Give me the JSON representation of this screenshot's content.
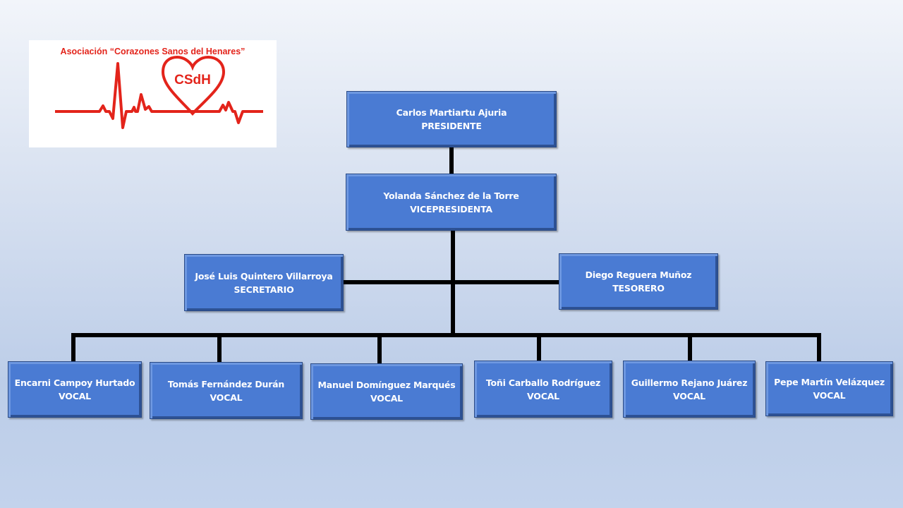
{
  "logo": {
    "title": "Asociación “Corazones Sanos del Henares”",
    "acronym": "CSdH",
    "color": "#e3241b"
  },
  "president": {
    "name": "Carlos Martiartu Ajuria",
    "role": "PRESIDENTE"
  },
  "vicepresident": {
    "name": "Yolanda Sánchez de la Torre",
    "role": "VICEPRESIDENTA"
  },
  "secretary": {
    "name": "José Luis Quintero Villarroya",
    "role": "SECRETARIO"
  },
  "treasurer": {
    "name": "Diego Reguera Muñoz",
    "role": "TESORERO"
  },
  "vocals": [
    {
      "name": "Encarni Campoy Hurtado",
      "role": "VOCAL"
    },
    {
      "name": "Tomás Fernández Durán",
      "role": "VOCAL"
    },
    {
      "name": "Manuel Domínguez Marqués",
      "role": "VOCAL"
    },
    {
      "name": "Toñi Carballo Rodríguez",
      "role": "VOCAL"
    },
    {
      "name": "Guillermo Rejano Juárez",
      "role": "VOCAL"
    },
    {
      "name": "Pepe Martín Velázquez",
      "role": "VOCAL"
    }
  ],
  "colors": {
    "box": "#4a7bd3",
    "connector": "#000000"
  }
}
